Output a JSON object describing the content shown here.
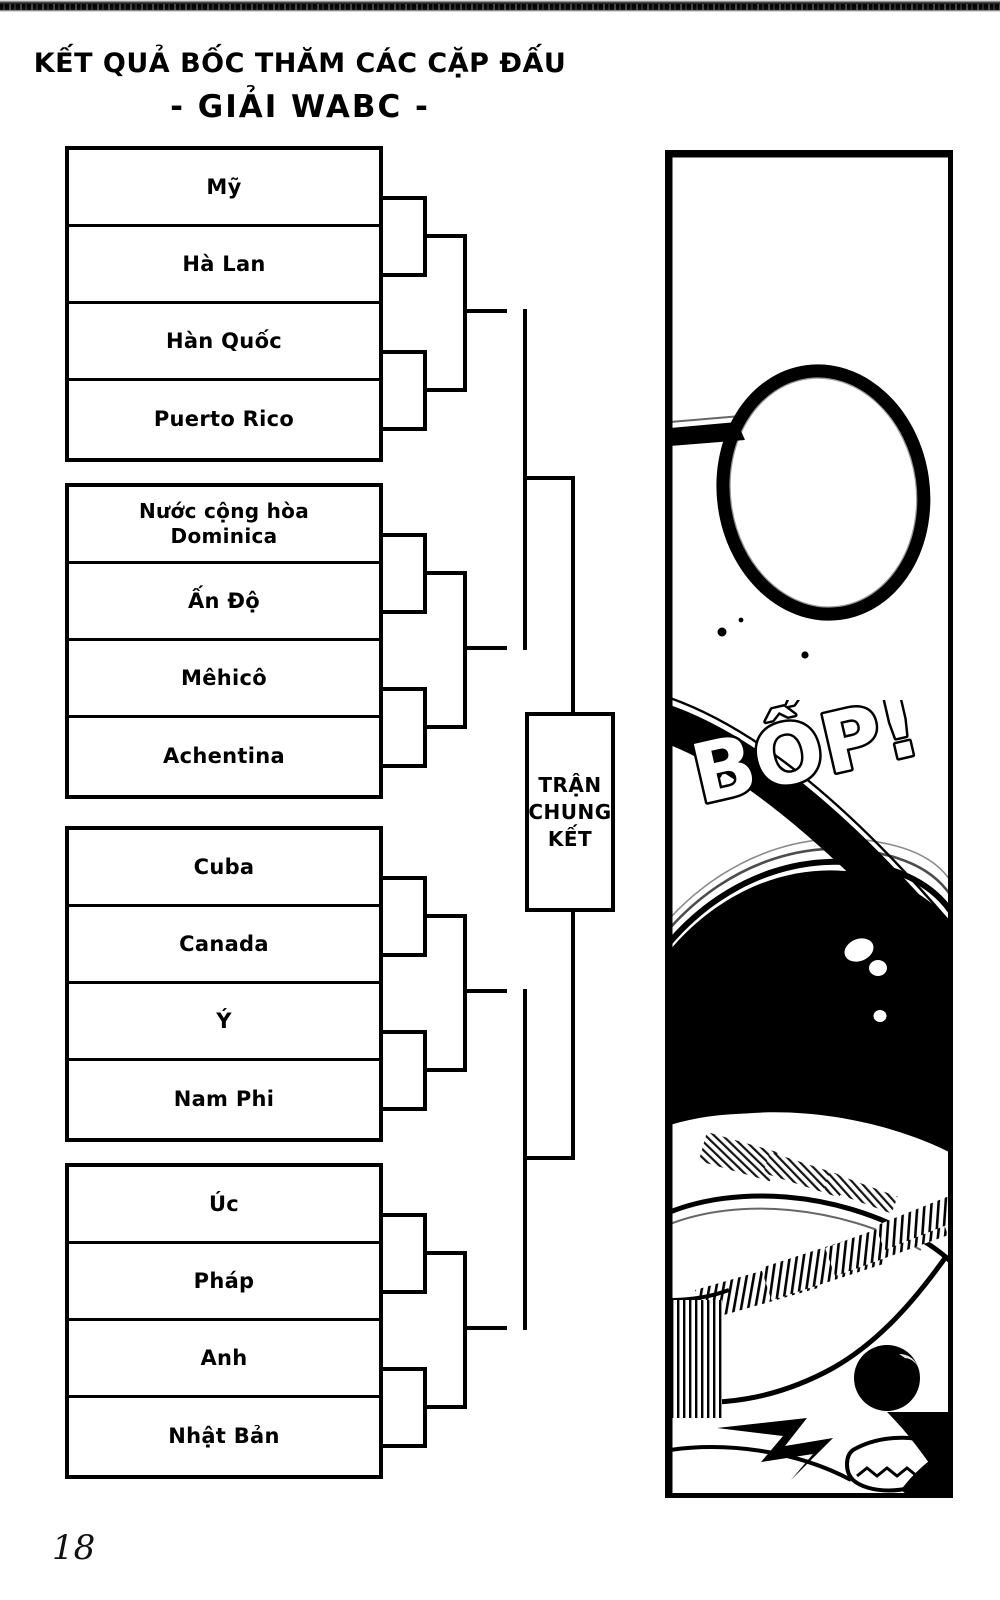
{
  "page": {
    "number": "18",
    "colors": {
      "ink": "#000000",
      "paper": "#ffffff"
    }
  },
  "title": {
    "line1": "KẾT QUẢ BỐC THĂM CÁC CẶP ĐẤU",
    "line2": "- GIẢI WABC -"
  },
  "bracket": {
    "final_label": "TRẬN\nCHUNG\nKẾT",
    "final_label_lines": [
      "TRẬN",
      "CHUNG",
      "KẾT"
    ],
    "groups": [
      {
        "teams": [
          "Mỹ",
          "Hà Lan",
          "Hàn Quốc",
          "Puerto Rico"
        ]
      },
      {
        "teams": [
          "Nước cộng hòa\nDominica",
          "Ấn Độ",
          "Mêhicô",
          "Achentina"
        ]
      },
      {
        "teams": [
          "Cuba",
          "Canada",
          "Ý",
          "Nam Phi"
        ]
      },
      {
        "teams": [
          "Úc",
          "Pháp",
          "Anh",
          "Nhật Bản"
        ]
      }
    ],
    "teams_flat": [
      "Mỹ",
      "Hà Lan",
      "Hàn Quốc",
      "Puerto Rico",
      "Nước cộng hòa Dominica",
      "Ấn Độ",
      "Mêhicô",
      "Achentina",
      "Cuba",
      "Canada",
      "Ý",
      "Nam Phi",
      "Úc",
      "Pháp",
      "Anh",
      "Nhật Bản"
    ]
  },
  "art_panel": {
    "sound_effect": "BỐP!",
    "description": "manga-panel-basketball-hoop-and-face"
  }
}
